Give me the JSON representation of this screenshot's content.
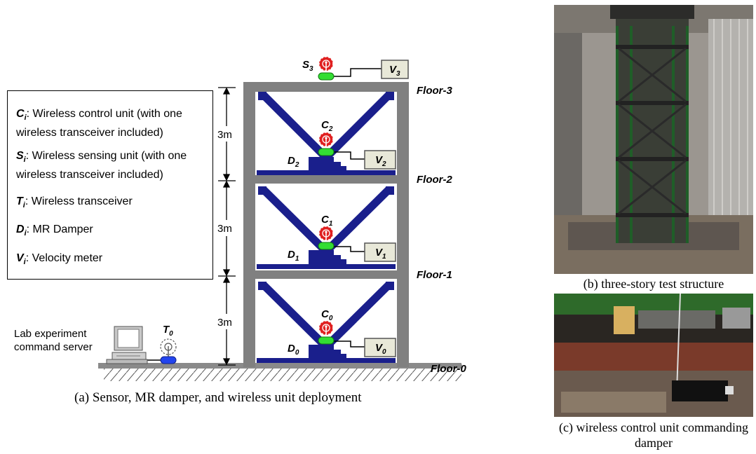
{
  "legend": {
    "items": [
      {
        "sym": "C",
        "sub": "i",
        "text": ": Wireless control unit (with one wireless transceiver included)"
      },
      {
        "sym": "S",
        "sub": "i",
        "text": ": Wireless sensing unit (with one wireless transceiver included)"
      },
      {
        "sym": "T",
        "sub": "i",
        "text": ": Wireless transceiver"
      },
      {
        "sym": "D",
        "sub": "i",
        "text": ": MR Damper"
      },
      {
        "sym": "V",
        "sub": "i",
        "text": ": Velocity meter"
      }
    ]
  },
  "floors": [
    "Floor-3",
    "Floor-2",
    "Floor-1",
    "Floor-0"
  ],
  "story_heights": [
    "3m",
    "3m",
    "3m"
  ],
  "controls": {
    "c2": {
      "sym": "C",
      "sub": "2"
    },
    "c1": {
      "sym": "C",
      "sub": "1"
    },
    "c0": {
      "sym": "C",
      "sub": "0"
    }
  },
  "sensors": {
    "s3": {
      "sym": "S",
      "sub": "3"
    }
  },
  "dampers": {
    "d2": {
      "sym": "D",
      "sub": "2"
    },
    "d1": {
      "sym": "D",
      "sub": "1"
    },
    "d0": {
      "sym": "D",
      "sub": "0"
    }
  },
  "velocity_meters": {
    "v3": {
      "sym": "V",
      "sub": "3"
    },
    "v2": {
      "sym": "V",
      "sub": "2"
    },
    "v1": {
      "sym": "V",
      "sub": "1"
    },
    "v0": {
      "sym": "V",
      "sub": "0"
    }
  },
  "transceiver": {
    "sym": "T",
    "sub": "0"
  },
  "server_label": {
    "line1": "Lab experiment",
    "line2": "command server"
  },
  "captions": {
    "a": "(a) Sensor, MR damper, and wireless unit deployment",
    "b": "(b) three-story test structure",
    "c_line1": "(c) wireless control unit commanding",
    "c_line2": "damper"
  },
  "colors": {
    "frame": "#808080",
    "brace": "#1a1f8c",
    "control_red": "#e02020",
    "sensor_green": "#33dd33",
    "meter_fill": "#e8e8d8",
    "transceiver_blue": "#2244ee"
  }
}
